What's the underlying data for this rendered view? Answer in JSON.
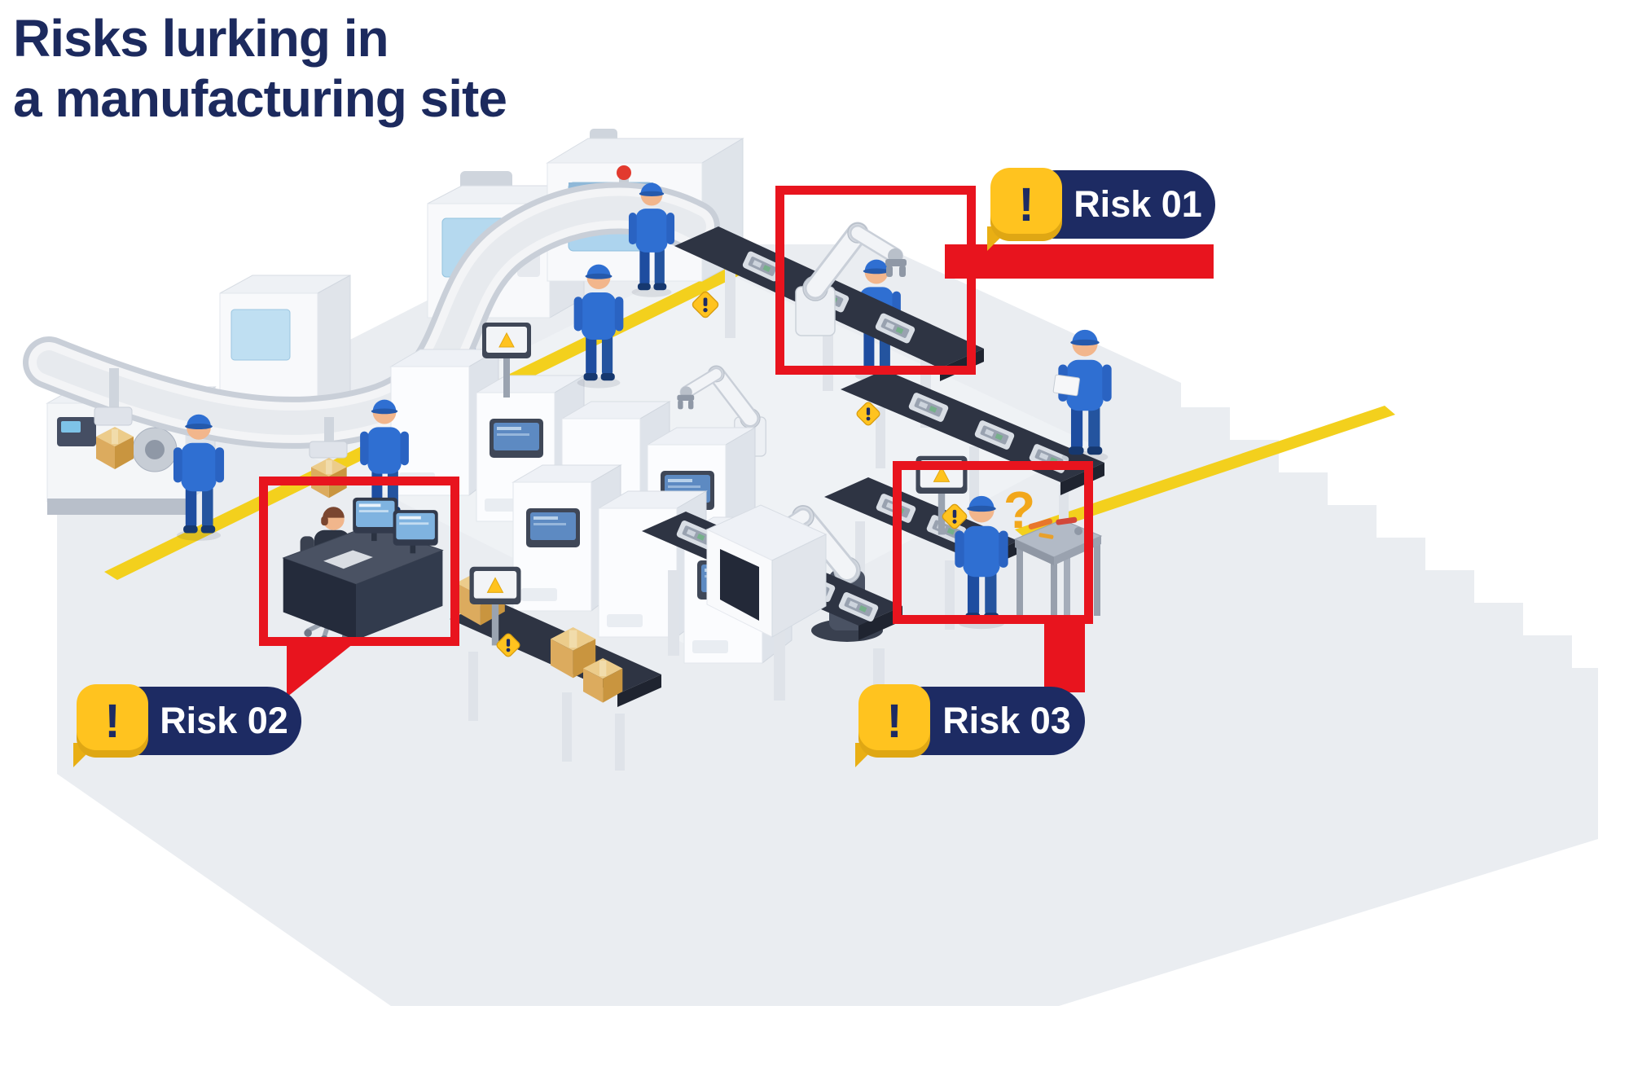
{
  "title": {
    "line1": "Risks lurking in",
    "line2": "a manufacturing site"
  },
  "risks": [
    {
      "id": "01",
      "label": "Risk 01",
      "icon": "!"
    },
    {
      "id": "02",
      "label": "Risk 02",
      "icon": "!"
    },
    {
      "id": "03",
      "label": "Risk 03",
      "icon": "!"
    }
  ],
  "scene": {
    "question_icon": "?"
  },
  "colors": {
    "navy": "#1d2b63",
    "red": "#e8141e",
    "yellow": "#ffc31f",
    "worker_blue": "#2f6fd2",
    "belt_dark": "#2e3443",
    "floor_gray": "#eaedf1",
    "background": "#ffffff"
  }
}
